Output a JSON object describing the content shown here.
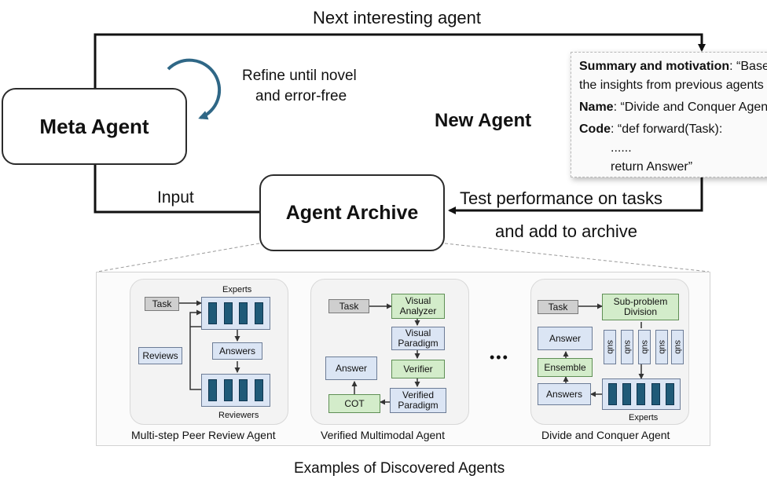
{
  "labels": {
    "next_interesting": "Next interesting agent",
    "refine": [
      "Refine until novel",
      "and error-free"
    ],
    "new_agent": "New Agent",
    "input": "Input",
    "test_perf": "Test performance on tasks",
    "add_archive": "and add to archive",
    "examples_caption": "Examples of Discovered Agents"
  },
  "nodes": {
    "meta_agent": "Meta Agent",
    "agent_archive": "Agent Archive"
  },
  "new_agent_card": {
    "summary_key": "Summary and motivation",
    "summary_val": ": “Based on",
    "summary_line2": "the insights from previous agents",
    "name_key": "Name",
    "name_val": ": “Divide and Conquer Agent”",
    "code_key": "Code",
    "code_val": ": “def forward(Task):",
    "code_dots": "......",
    "code_return": "return Answer”"
  },
  "examples": {
    "ellipsis": "•••",
    "peer_review": {
      "caption": "Multi-step Peer Review Agent",
      "experts": "Experts",
      "task": "Task",
      "reviews": "Reviews",
      "answers": "Answers",
      "reviewers": "Reviewers"
    },
    "multimodal": {
      "caption": "Verified Multimodal Agent",
      "task": "Task",
      "visual_analyzer": "Visual Analyzer",
      "visual_paradigm": "Visual Paradigm",
      "verifier": "Verifier",
      "verified_paradigm": "Verified Paradigm",
      "answer": "Answer",
      "cot": "COT"
    },
    "divide_conquer": {
      "caption": "Divide and Conquer Agent",
      "task": "Task",
      "subproblem": "Sub-problem Division",
      "sub": "sub",
      "answer": "Answer",
      "ensemble": "Ensemble",
      "answers": "Answers",
      "experts": "Experts"
    }
  },
  "colors": {
    "gray_box": "#cfcfcf",
    "blue_box": "#dbe5f4",
    "green_box": "#d3ecca",
    "expert_block": "#1f5a78",
    "refine_arrow": "#2f6786"
  }
}
